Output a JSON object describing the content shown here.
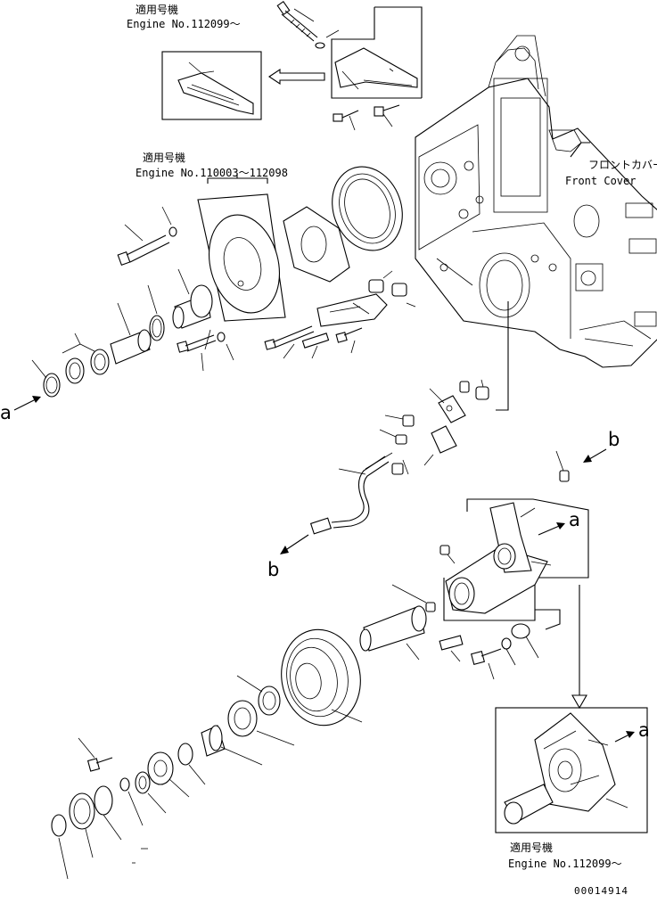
{
  "notes": {
    "top": {
      "ja": "適用号機",
      "en": "Engine No.112099～"
    },
    "middle": {
      "ja": "適用号機",
      "en": "Engine No.110003～112098"
    },
    "bottom": {
      "ja": "適用号機",
      "en": "Engine No.112099～"
    }
  },
  "front_cover": {
    "ja": "フロントカバー",
    "en": "Front Cover"
  },
  "refs": {
    "a": "a",
    "b": "b"
  },
  "drawing_number": "00014914",
  "colors": {
    "ink": "#000000",
    "paper": "#ffffff"
  }
}
